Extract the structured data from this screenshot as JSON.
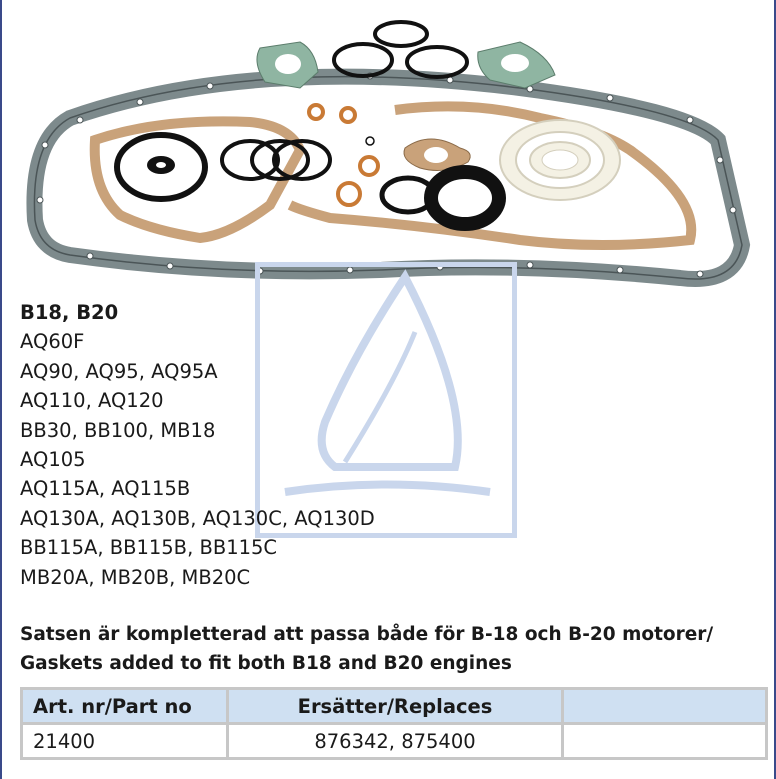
{
  "product": {
    "image_alt": "Gasket set",
    "model_heading": "B18, B20",
    "models": [
      "AQ60F",
      "AQ90, AQ95, AQ95A",
      "AQ110, AQ120",
      "BB30, BB100, MB18",
      "AQ105",
      "AQ115A, AQ115B",
      "AQ130A, AQ130B, AQ130C, AQ130D",
      "BB115A, BB115B, BB115C",
      "MB20A, MB20B, MB20C"
    ],
    "note_sv": "Satsen är kompletterad att passa både för B-18 och B-20 motorer/",
    "note_en": "Gaskets added to fit both B18 and B20 engines"
  },
  "table": {
    "headers": [
      "Art. nr/Part no",
      "Ersätter/Replaces",
      ""
    ],
    "rows": [
      [
        "21400",
        "876342, 875400",
        ""
      ]
    ]
  },
  "colors": {
    "frame": "#3a4a8a",
    "header_bg": "#cfe0f2",
    "table_border": "#c7c7c7",
    "gasket_gray": "#7d8a8c",
    "gasket_paper": "#c9a27a",
    "rubber_black": "#111111",
    "ring_green": "#8fb5a2",
    "watermark": "#c9d6ec"
  }
}
